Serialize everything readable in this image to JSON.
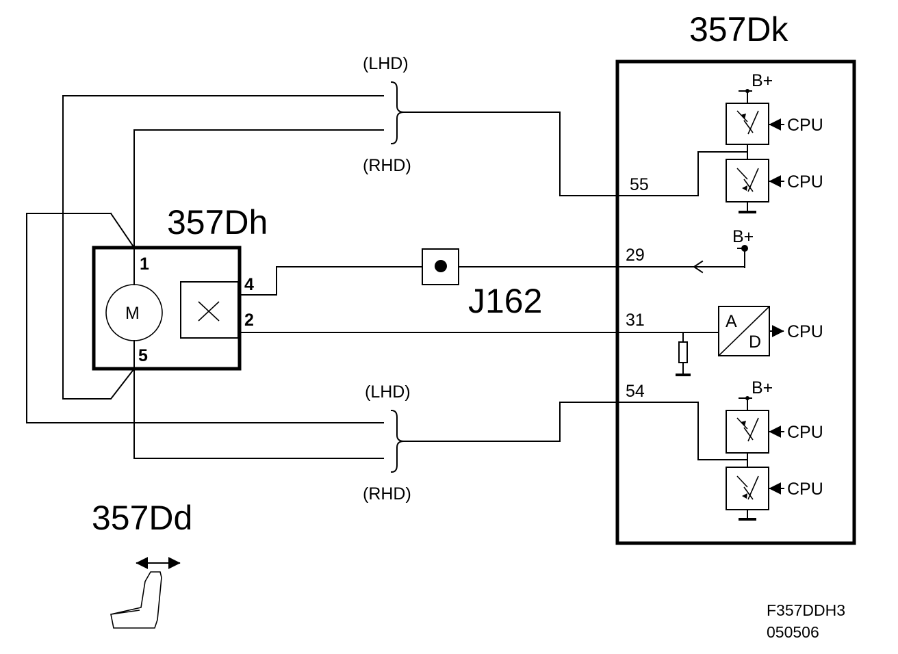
{
  "modules": {
    "control_unit": "357Dk",
    "motor_unit": "357Dh",
    "seat": "357Dd"
  },
  "connector": "J162",
  "motor_label": "M",
  "motor_pins": {
    "p1": "1",
    "p4": "4",
    "p2": "2",
    "p5": "5"
  },
  "control_pins": {
    "p55": "55",
    "p29": "29",
    "p31": "31",
    "p54": "54"
  },
  "variants": {
    "top_lhd": "(LHD)",
    "top_rhd": "(RHD)",
    "bottom_lhd": "(LHD)",
    "bottom_rhd": "(RHD)"
  },
  "supply": {
    "b1": "B+",
    "b2": "B+",
    "b3": "B+"
  },
  "cpu": {
    "c1": "CPU",
    "c2": "CPU",
    "c3": "CPU",
    "c4": "CPU",
    "c5": "CPU"
  },
  "adc": {
    "a": "A",
    "d": "D"
  },
  "figure_code": {
    "line1": "F357DDH3",
    "line2": "050506"
  },
  "icons": [
    "motor-symbol",
    "sensor-cross-icon",
    "connector-j162-icon",
    "seat-icon",
    "double-arrow-icon",
    "switch-transistor-icon",
    "resistor-icon",
    "ground-icon",
    "adc-icon"
  ]
}
